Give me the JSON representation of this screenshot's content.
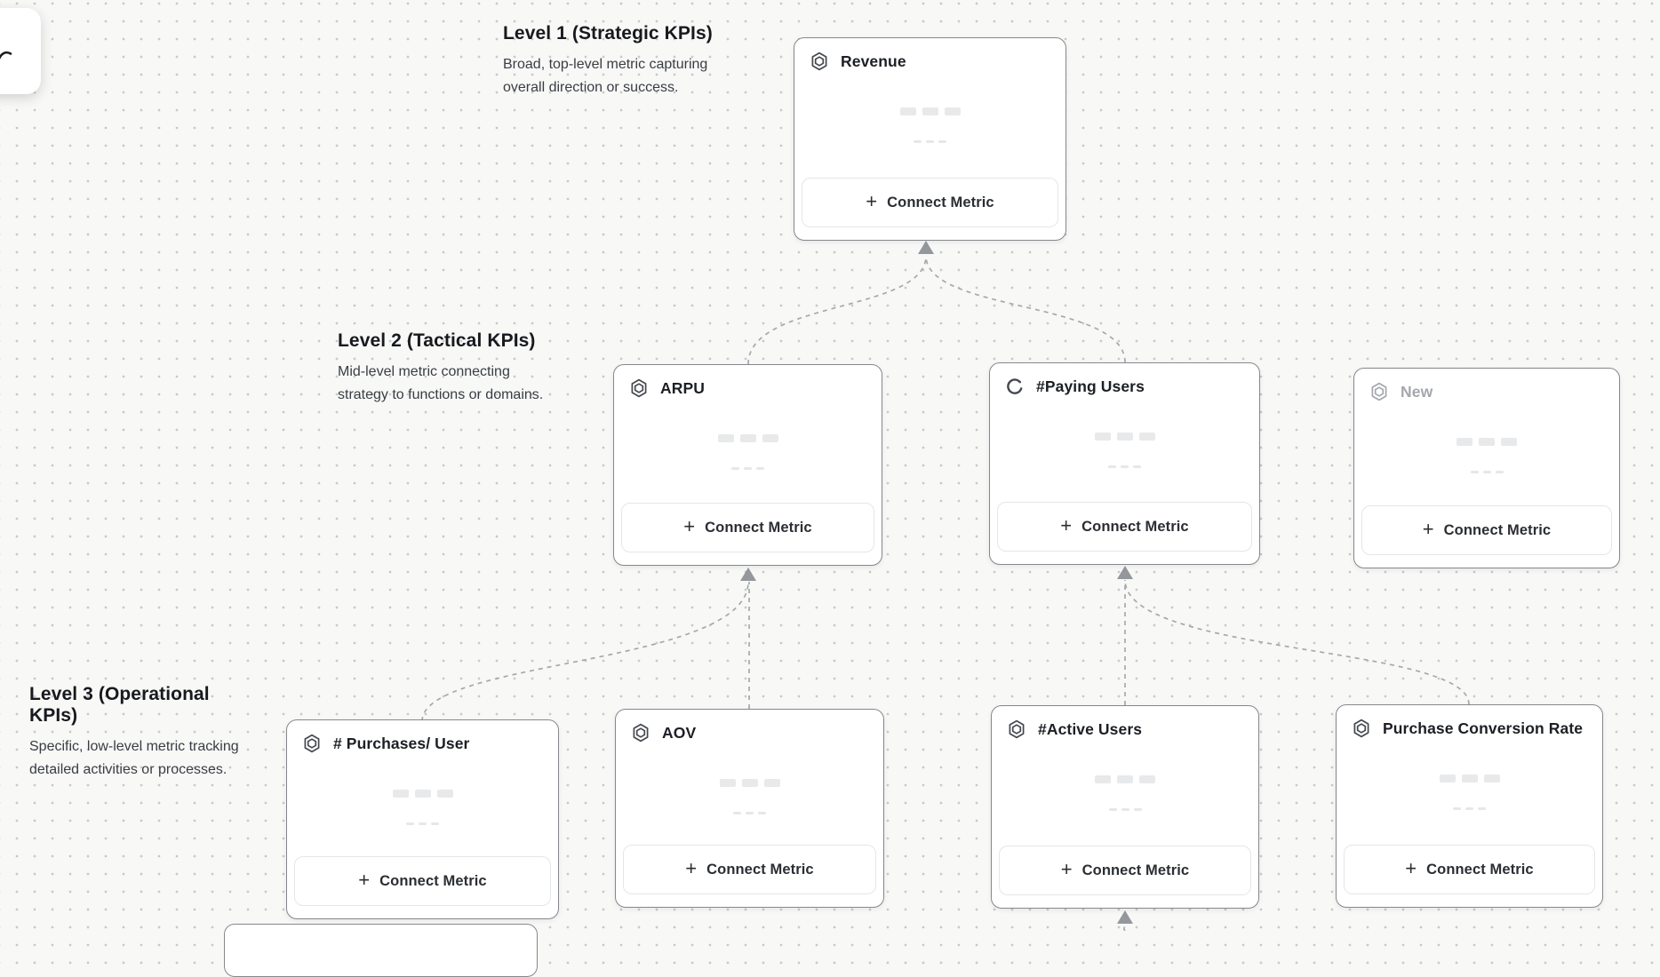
{
  "canvas": {
    "type": "metric-tree-builder",
    "colors": {
      "background": "#f8f8f7",
      "dot_grid": "#c7c9ca",
      "card_border": "#85888c",
      "connector": "#a6a9ac",
      "arrowhead": "#94979b",
      "title_text": "#1c1f24",
      "draft_text": "#a3a7ac",
      "skeleton": "#e8e9ea"
    }
  },
  "levels": [
    {
      "title": "Level 1 (Strategic KPIs)",
      "description": "Broad, top-level metric capturing overall direction or success."
    },
    {
      "title": "Level 2 (Tactical KPIs)",
      "description": "Mid-level metric connecting strategy to functions or domains."
    },
    {
      "title": "Level 3 (Operational KPIs)",
      "description": "Specific, low-level metric tracking detailed activities or processes."
    }
  ],
  "cards": [
    {
      "title": "Revenue",
      "icon": "metric-hexagon-icon",
      "state": "normal",
      "button_label": "Connect Metric"
    },
    {
      "title": "ARPU",
      "icon": "metric-hexagon-icon",
      "state": "normal",
      "button_label": "Connect Metric"
    },
    {
      "title": "#Paying Users",
      "icon": "loading-spinner-icon",
      "state": "loading",
      "button_label": "Connect Metric"
    },
    {
      "title": "New",
      "icon": "metric-hexagon-icon",
      "state": "draft",
      "button_label": "Connect Metric"
    },
    {
      "title": "# Purchases/ User",
      "icon": "metric-hexagon-icon",
      "state": "normal",
      "button_label": "Connect Metric"
    },
    {
      "title": "AOV",
      "icon": "metric-hexagon-icon",
      "state": "normal",
      "button_label": "Connect Metric"
    },
    {
      "title": "#Active Users",
      "icon": "metric-hexagon-icon",
      "state": "normal",
      "button_label": "Connect Metric"
    },
    {
      "title": "Purchase Conversion Rate",
      "icon": "metric-hexagon-icon",
      "state": "normal",
      "button_label": "Connect Metric"
    }
  ]
}
